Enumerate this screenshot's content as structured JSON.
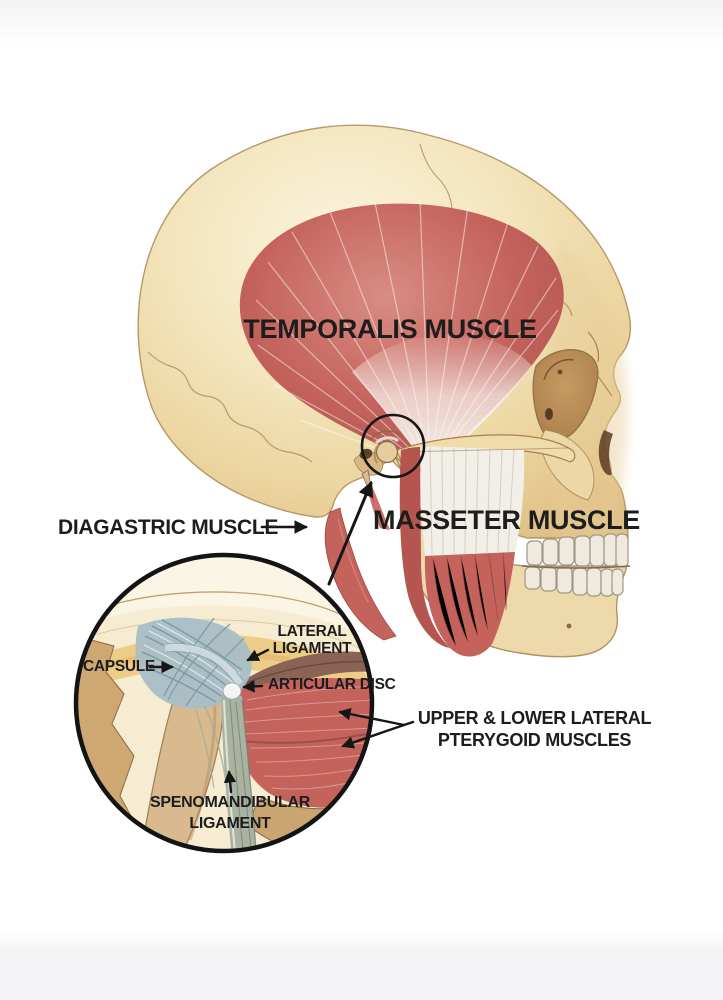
{
  "diagram": {
    "main": {
      "temporalis": "TEMPORALIS MUSCLE",
      "masseter": "MASSETER MUSCLE",
      "digastric": "DIAGASTRIC MUSCLE",
      "pterygoid_l1": "UPPER & LOWER LATERAL",
      "pterygoid_l2": "PTERYGOID MUSCLES"
    },
    "inset": {
      "capsule": "CAPSULE",
      "lateral_l1": "LATERAL",
      "lateral_l2": "LIGAMENT",
      "articular_disc": "ARTICULAR DISC",
      "spheno_l1": "SPENOMANDIBULAR",
      "spheno_l2": "LIGAMENT"
    },
    "colors": {
      "label_text": "#1d1d1d",
      "annotation_black": "#161616",
      "muscle_red": "#c4625c",
      "muscle_red_deep": "#b5554f",
      "muscle_highlight": "#dc938a",
      "tendon_white": "#f1efe8",
      "bone_cream": "#f2e3ba",
      "bone_shadow": "#dfbf87",
      "outline_brown": "#a6824e",
      "teeth_white": "#efeadd",
      "capsule_blue_gray": "#a9bec6",
      "inset_yellow": "#ecca83",
      "ligament_gray": "#aab3a2",
      "dark_band_maroon": "#8a6356",
      "inset_tan": "#d9b98e"
    }
  }
}
